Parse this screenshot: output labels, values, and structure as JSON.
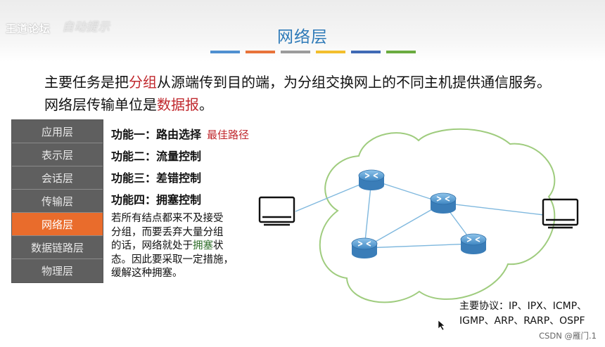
{
  "watermark": {
    "text": "王道论坛",
    "logo": "自动提示"
  },
  "slide": {
    "title": "网络层",
    "color_bars": [
      "#4f8fd0",
      "#e8733a",
      "#9b9b9b",
      "#f2be2c",
      "#3f69b5",
      "#6aab3f"
    ],
    "intro": {
      "line1": {
        "p1": "主要任务是把",
        "h1": "分组",
        "p2": "从源端传到目的端，为分组交换网上的不同主机提供通信服务。"
      },
      "line2": {
        "p1": "网络层传输单位是",
        "h1": "数据报",
        "p2": "。"
      }
    },
    "layers": [
      "应用层",
      "表示层",
      "会话层",
      "传输层",
      "网络层",
      "数据链路层",
      "物理层"
    ],
    "active_layer": "网络层",
    "functions": [
      {
        "label": "功能一：路由选择",
        "note": "最佳路径"
      },
      {
        "label": "功能二：流量控制",
        "note": ""
      },
      {
        "label": "功能三：差错控制",
        "note": ""
      },
      {
        "label": "功能四：拥塞控制",
        "note": ""
      }
    ],
    "congestion": {
      "l1": "若所有结点都来不及接受",
      "l2": "分组，而要丢弃大量分组",
      "l3a": "的话，网络就处于",
      "l3b": "拥塞",
      "l3c": "状",
      "l4": "态。因此要采取一定措施，",
      "l5": "缓解这种拥塞。"
    },
    "protocols": {
      "line1": "主要协议：IP、IPX、ICMP、",
      "line2": "IGMP、ARP、RARP、OSPF"
    },
    "diagram_icons": [
      "computer-icon",
      "router-icon",
      "router-icon",
      "router-icon",
      "router-icon",
      "computer-icon"
    ]
  },
  "footer": "CSDN @雁门.1"
}
